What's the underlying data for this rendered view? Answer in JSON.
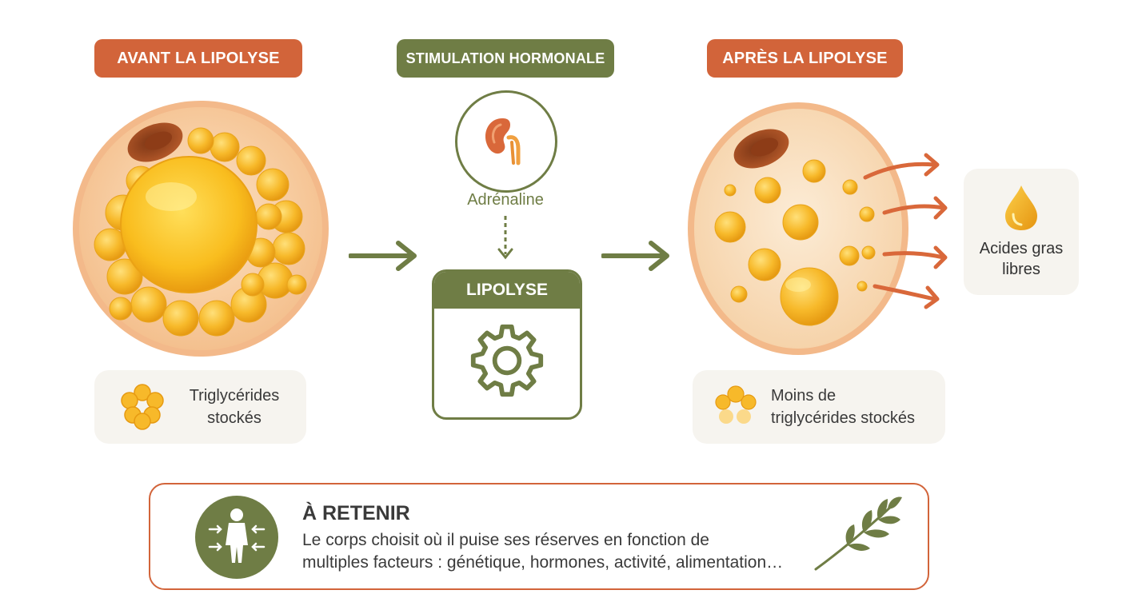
{
  "headers": {
    "before": "AVANT LA LIPOLYSE",
    "stimulation": "STIMULATION HORMONALE",
    "after": "APRÈS LA LIPOLYSE"
  },
  "hormone": {
    "label": "Adrénaline",
    "icon": "kidney-icon"
  },
  "process": {
    "label": "LIPOLYSE",
    "icon": "gear-icon"
  },
  "cards": {
    "before": "Triglycérides stockés",
    "after_line1": "Moins de",
    "after_line2": "triglycérides stockés",
    "acids": "Acides gras libres"
  },
  "retain": {
    "title": "À RETENIR",
    "line1": "Le corps choisit où il puise ses réserves en fonction de",
    "line2": "multiples facteurs : génétique, hormones, activité, alimentation…"
  },
  "colors": {
    "accent_orange": "#d2643a",
    "accent_olive": "#6f7d45",
    "fat_yellow": "#f5b82a",
    "card_bg": "#f6f4ef"
  }
}
